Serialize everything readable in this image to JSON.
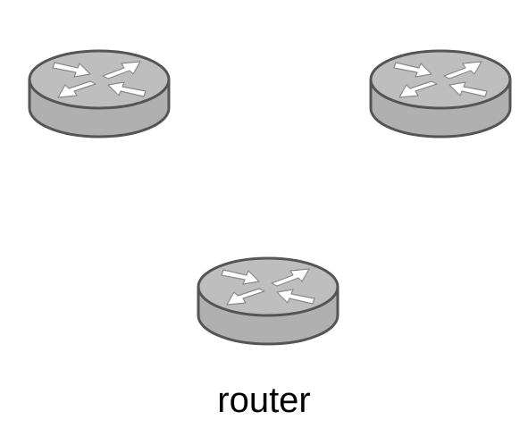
{
  "diagram": {
    "nodes": [
      {
        "id": "router-top-left",
        "icon": "router-icon",
        "label": ""
      },
      {
        "id": "router-top-right",
        "icon": "router-icon",
        "label": ""
      },
      {
        "id": "router-bottom",
        "icon": "router-icon",
        "label": "router"
      }
    ],
    "colors": {
      "body": "#b0b0b0",
      "top": "#bebebe",
      "outline": "#555555",
      "arrow_fill": "#ffffff",
      "arrow_stroke": "#8a8a8a",
      "label": "#000000"
    }
  }
}
